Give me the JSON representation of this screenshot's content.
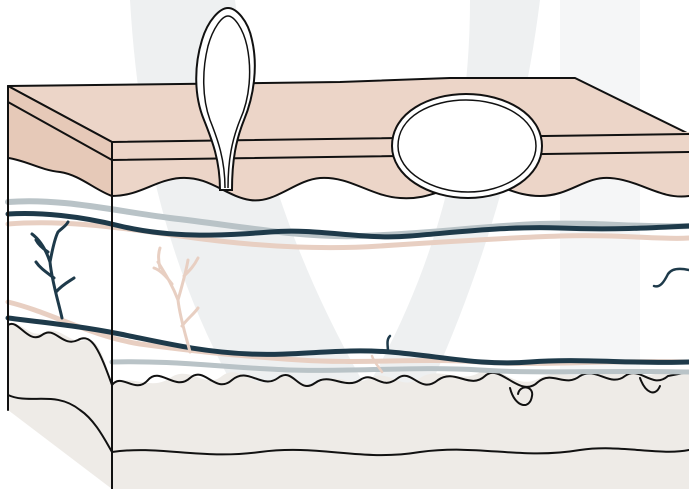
{
  "diagram": {
    "subject": "skin-cross-section",
    "colors": {
      "epidermis": "#ecd5c8",
      "epidermis_dark": "#e6c9b8",
      "subcutis": "#eeebe7",
      "outline": "#111111",
      "vessel_dark": "#1e3a4a",
      "vessel_light": "#b9c3c7",
      "vessel_pink": "#e8cfc2",
      "watermark": "#eef0f1"
    },
    "layers": [
      "epidermis",
      "dermis",
      "hypodermis"
    ],
    "structures": [
      "cyst",
      "pore-tract",
      "blood-vessels",
      "capillaries"
    ]
  }
}
